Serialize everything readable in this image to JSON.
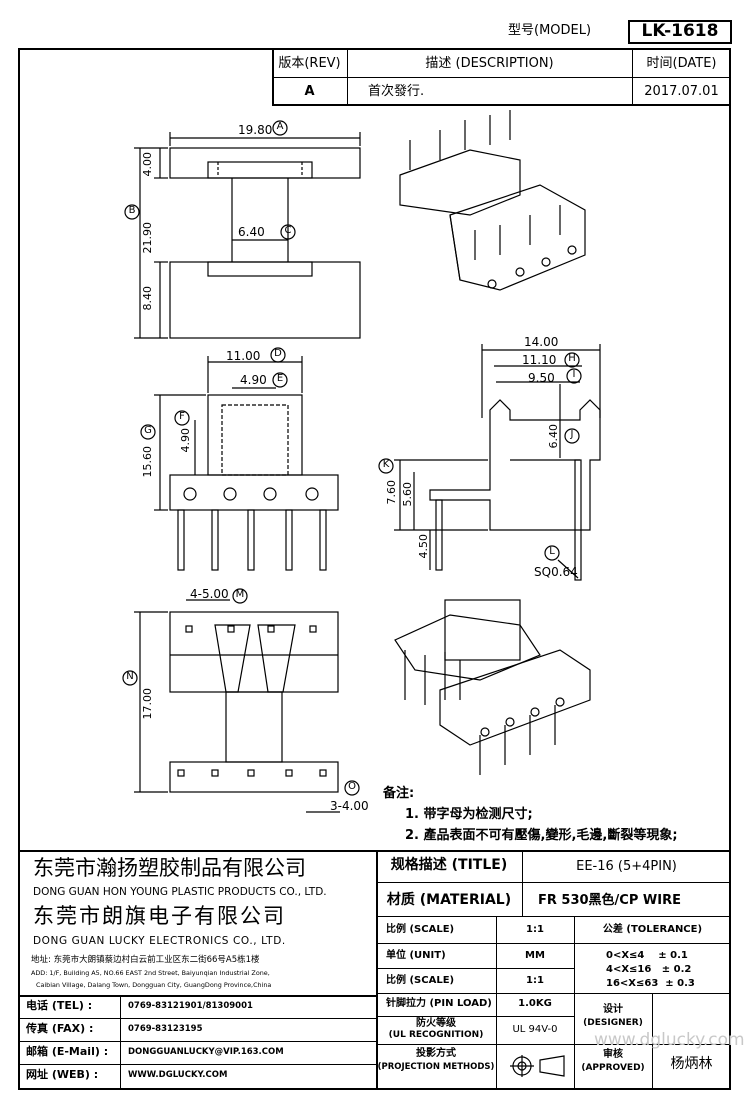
{
  "header": {
    "model_label": "型号(MODEL)",
    "model_value": "LK-1618",
    "rev_label": "版本(REV)",
    "desc_label": "描述 (DESCRIPTION)",
    "date_label": "时间(DATE)",
    "rev_value": "A",
    "desc_value": "首次發行.",
    "date_value": "2017.07.01"
  },
  "dimensions": {
    "d1": "19.80",
    "d1_tag": "A",
    "d2": "21.90",
    "d2_tag": "B",
    "d3": "6.40",
    "d3_tag": "C",
    "d4": "4.00",
    "d5": "8.40",
    "d6": "11.00",
    "d6_tag": "D",
    "d7": "4.90",
    "d7_tag": "E",
    "d8": "4.90",
    "d8_tag": "F",
    "d9": "15.60",
    "d9_tag": "G",
    "d10": "14.00",
    "d11": "11.10",
    "d11_tag": "H",
    "d12": "9.50",
    "d12_tag": "I",
    "d13": "6.40",
    "d13_tag": "J",
    "d14": "7.60",
    "d14_tag": "K",
    "d15": "5.60",
    "d16": "4.50",
    "d17": "SQ0.64",
    "d17_tag": "L",
    "d18": "4-5.00",
    "d18_tag": "M",
    "d19": "17.00",
    "d19_tag": "N",
    "d20": "3-4.00",
    "d20_tag": "O"
  },
  "notes": {
    "title": "备注:",
    "line1": "1. 带字母为检测尺寸;",
    "line2": "2. 產品表面不可有壓傷,變形,毛邊,斷裂等現象;"
  },
  "company": {
    "name1_cn": "东莞市瀚扬塑胶制品有限公司",
    "name1_en": "DONG GUAN HON YOUNG PLASTIC PRODUCTS CO., LTD.",
    "name2_cn": "东莞市朗旗电子有限公司",
    "name2_en": "DONG GUAN LUCKY ELECTRONICS CO., LTD.",
    "addr_cn": "地址: 东莞市大朗镇蔡边村白云前工业区东二街66号A5栋1楼",
    "addr_en1": "ADD: 1/F, Building A5, NO.66 EAST 2nd Street, Baiyunqian Industrial Zone,",
    "addr_en2": "Caibian Village, Dalang Town, Dongguan City, GuangDong Province,China"
  },
  "contacts": [
    {
      "label": "电话 (TEL) :",
      "value": "0769-83121901/81309001"
    },
    {
      "label": "传真 (FAX) :",
      "value": "0769-83123195"
    },
    {
      "label": "邮箱 (E-Mail) :",
      "value": "DONGGUANLUCKY@VIP.163.COM"
    },
    {
      "label": "网址 (WEB) :",
      "value": "WWW.DGLUCKY.COM"
    }
  ],
  "spec": {
    "title_label": "规格描述 (TITLE)",
    "title_value": "EE-16 (5+4PIN)",
    "material_label": "材质 (MATERIAL)",
    "material_value": "FR 530黑色/CP WIRE",
    "scale_label": "比例 (SCALE)",
    "scale_value": "1:1",
    "tolerance_label": "公差 (TOLERANCE)",
    "unit_label": "单位 (UNIT)",
    "unit_value": "MM",
    "tol1": "0<X≤4    ± 0.1",
    "tol2": "4<X≤16   ± 0.2",
    "tol3": "16<X≤63  ± 0.3",
    "scale2_label": "比例 (SCALE)",
    "scale2_value": "1:1",
    "pin_load_label": "针脚拉力 (PIN LOAD)",
    "pin_load_value": "1.0KG",
    "ul_label1": "防火等级",
    "ul_label2": "(UL RECOGNITION)",
    "ul_value": "UL 94V-0",
    "designer_label1": "设计",
    "designer_label2": "(DESIGNER)",
    "proj_label1": "投影方式",
    "proj_label2": "(PROJECTION METHODS)",
    "approved_label1": "审核",
    "approved_label2": "(APPROVED)",
    "approver": "杨炳林",
    "watermark": "www.dglucky.com"
  }
}
